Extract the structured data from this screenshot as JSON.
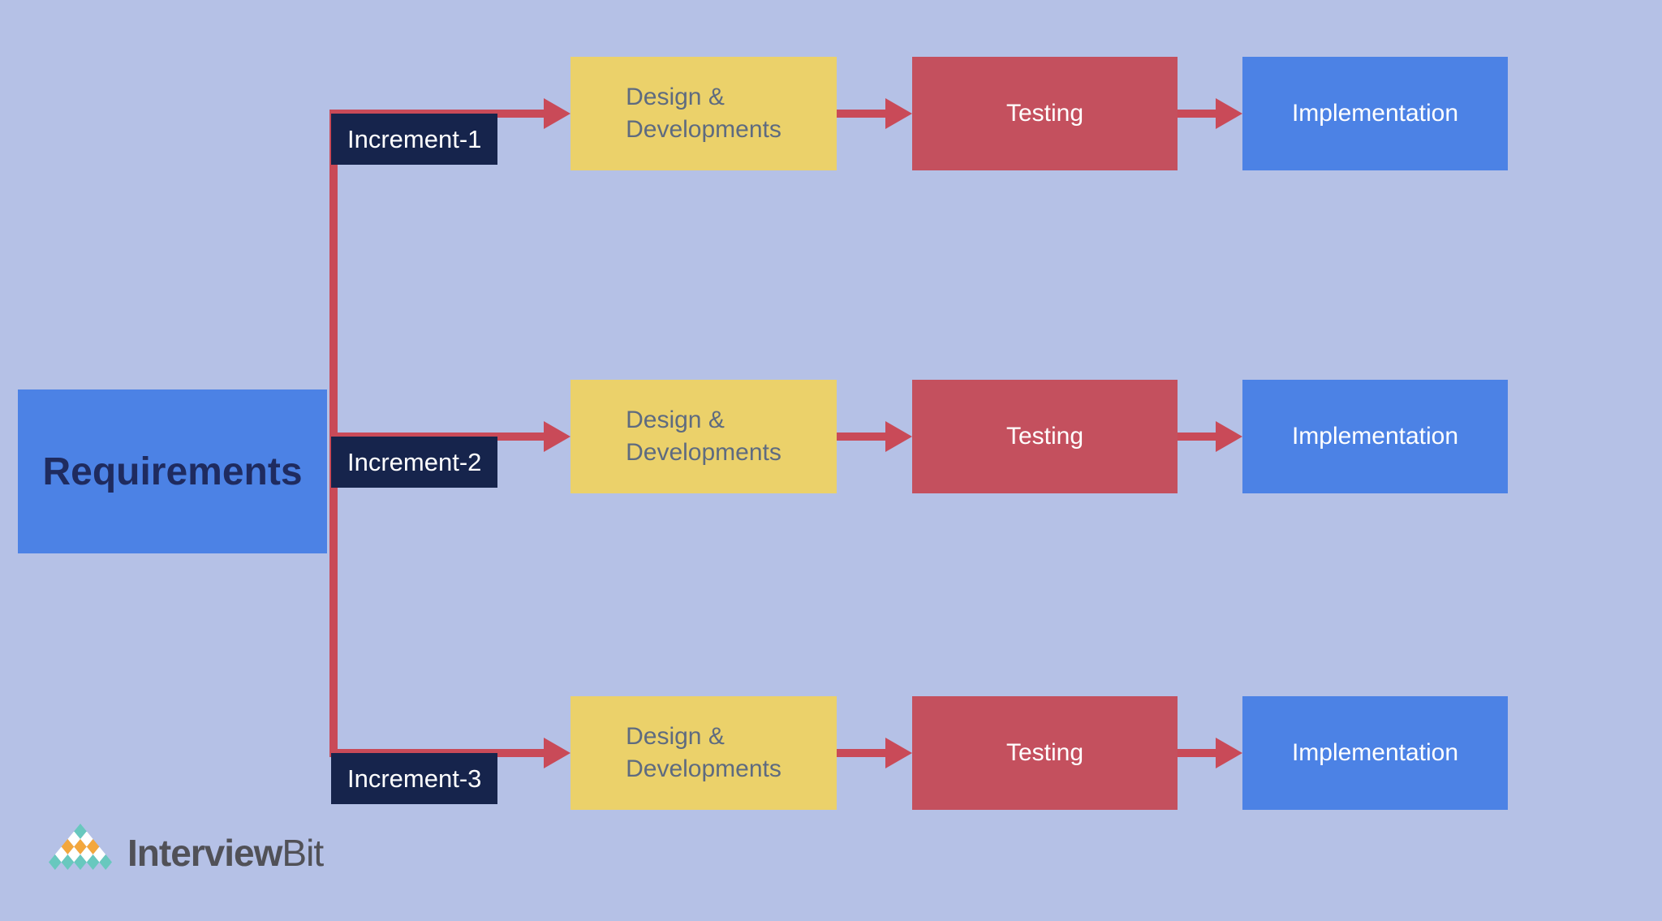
{
  "colors": {
    "bg": "#B5C1E6",
    "blue": "#4C82E5",
    "red": "#C4505E",
    "red_line": "#C94A58",
    "yellow": "#EBD16A",
    "navy": "#16244C",
    "requirements_text": "#1F2B5F",
    "design_text": "#5E6B80",
    "white_text": "#FFFFFF",
    "logo_text": "#515157",
    "teal": "#68C8BE",
    "orange": "#F3A73D",
    "diamond_white": "#FFFFFF"
  },
  "requirements": {
    "label": "Requirements"
  },
  "rows": [
    {
      "increment": "Increment-1",
      "design_line1": "Design &",
      "design_line2": "Developments",
      "testing": "Testing",
      "implementation": "Implementation"
    },
    {
      "increment": "Increment-2",
      "design_line1": "Design &",
      "design_line2": "Developments",
      "testing": "Testing",
      "implementation": "Implementation"
    },
    {
      "increment": "Increment-3",
      "design_line1": "Design &",
      "design_line2": "Developments",
      "testing": "Testing",
      "implementation": "Implementation"
    }
  ],
  "logo": {
    "mark_icon": "diamond-pyramid-icon",
    "brand_bold": "Interview",
    "brand_light": "Bit",
    "pyramid_rows": [
      [
        "teal"
      ],
      [
        "white",
        "white"
      ],
      [
        "orange",
        "orange",
        "orange"
      ],
      [
        "white",
        "white",
        "white",
        "white"
      ],
      [
        "teal",
        "teal",
        "teal",
        "teal",
        "teal"
      ]
    ]
  }
}
